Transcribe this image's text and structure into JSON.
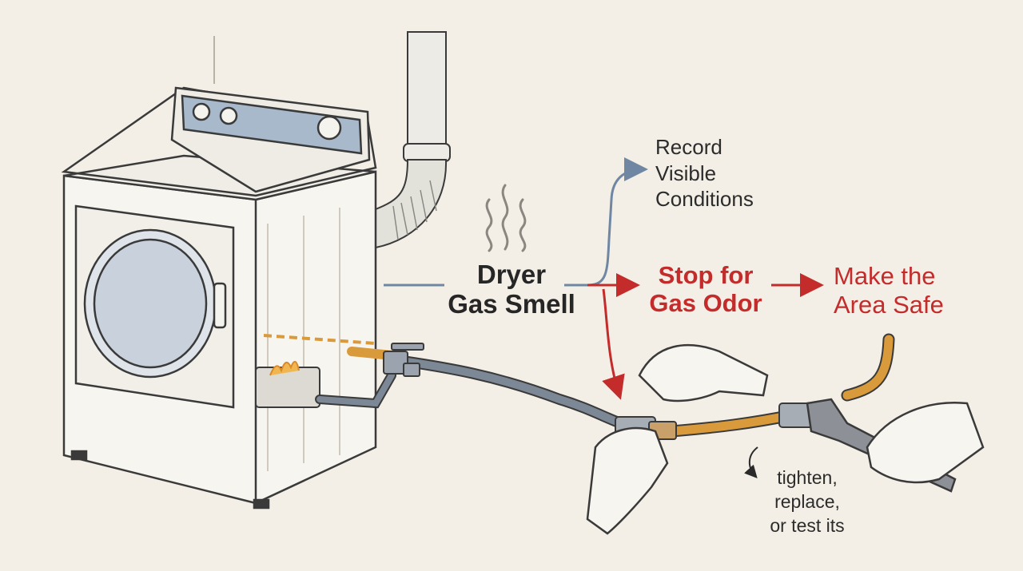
{
  "center": {
    "line1": "Dryer",
    "line2": "Gas Smell"
  },
  "branch_top": {
    "line1": "Record",
    "line2": "Visible",
    "line3": "Conditions"
  },
  "branch_red": {
    "line1": "Stop for",
    "line2": "Gas Odor"
  },
  "branch_end": {
    "line1": "Make the",
    "line2": "Area Safe"
  },
  "note": {
    "line1": "tighten,",
    "line2": "replace,",
    "line3": "or test its"
  },
  "colors": {
    "background": "#f3efe6",
    "flow_gray_blue": "#6f87a3",
    "alert_red": "#c42b2b",
    "gas_line_orange": "#d99a3c",
    "ink": "#2a2a2a"
  }
}
